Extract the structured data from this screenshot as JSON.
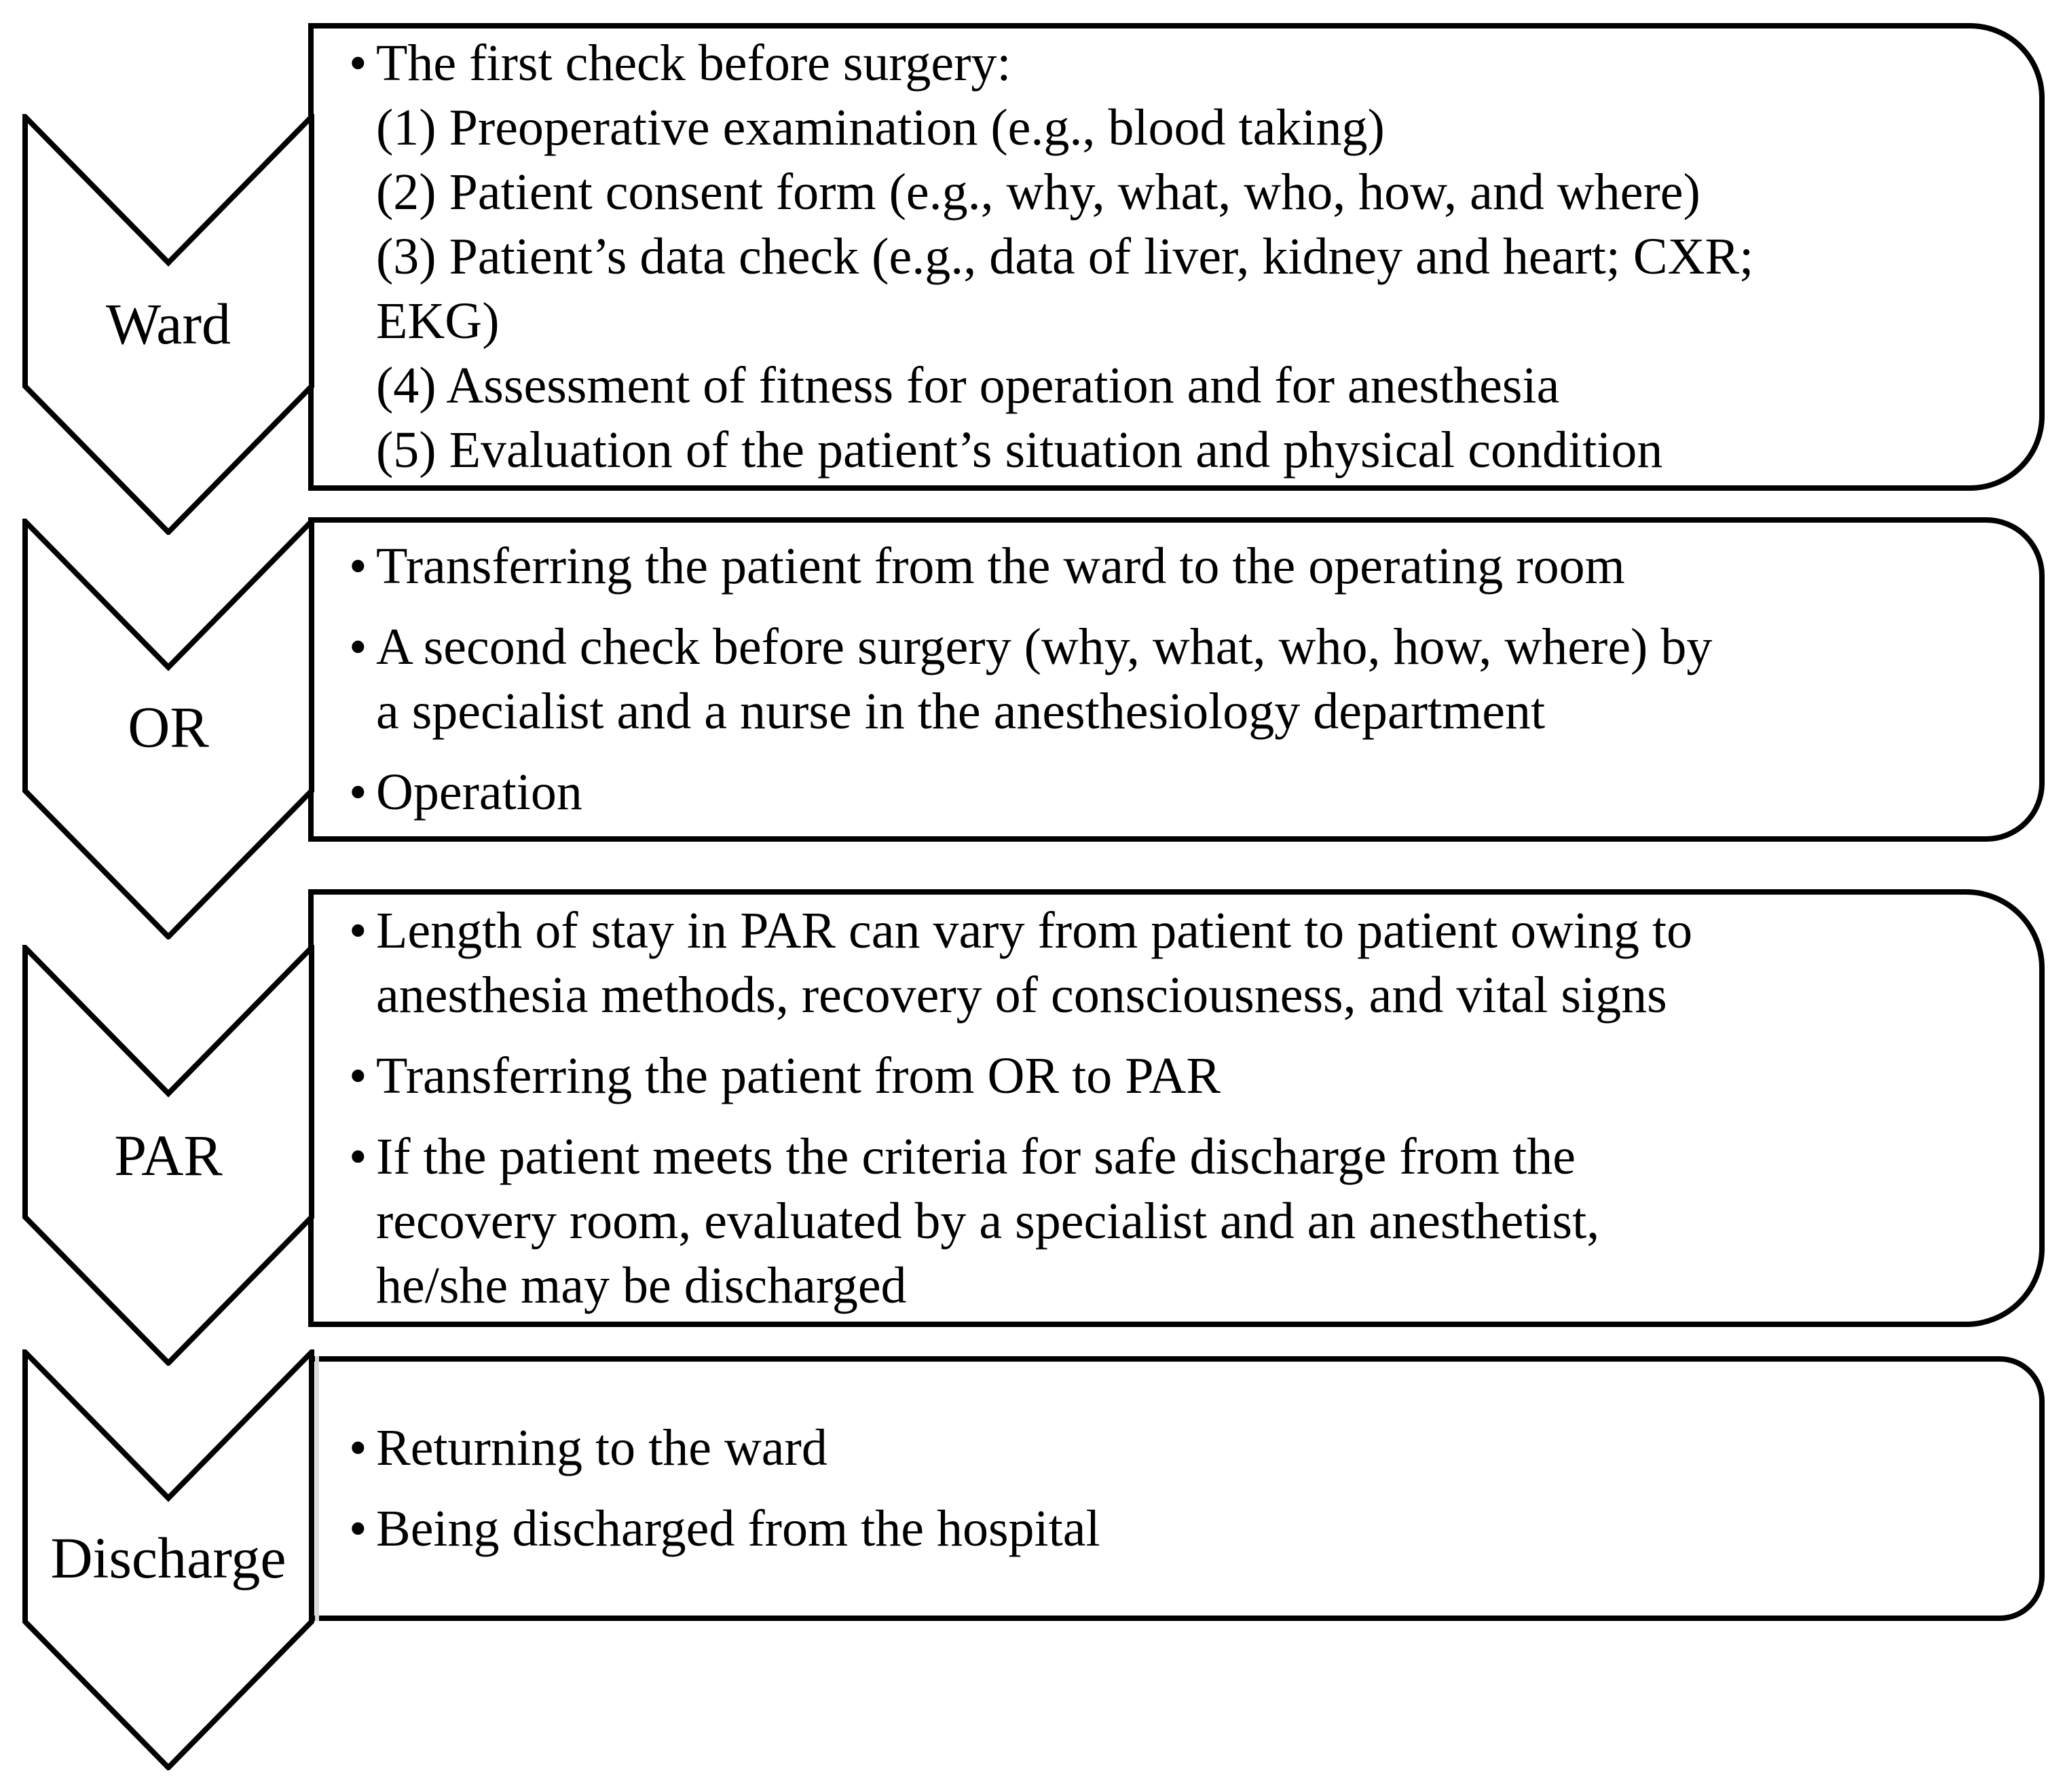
{
  "figure": {
    "background_color": "#ffffff",
    "line_color": "#000000",
    "discharge_box_left_edge_color": "#d9d9d9",
    "type": "vertical-process-flow"
  },
  "stages": [
    {
      "label": "Ward",
      "items": [
        {
          "bullet": "•",
          "lines": [
            "The first check before surgery:",
            "(1) Preoperative examination (e.g., blood taking)",
            "(2) Patient consent form (e.g., why, what, who, how, and where)",
            "(3) Patient’s data check (e.g., data of liver, kidney and heart; CXR;",
            "EKG)",
            "(4) Assessment of fitness for operation and for anesthesia",
            "(5) Evaluation of the patient’s situation and physical condition"
          ]
        }
      ]
    },
    {
      "label": "OR",
      "items": [
        {
          "bullet": "•",
          "lines": [
            "Transferring the patient from the ward to the operating room"
          ]
        },
        {
          "bullet": "•",
          "lines": [
            "A second check before surgery (why, what, who, how, where) by",
            "a specialist and a nurse in the anesthesiology department"
          ]
        },
        {
          "bullet": "•",
          "lines": [
            "Operation"
          ]
        }
      ]
    },
    {
      "label": "PAR",
      "items": [
        {
          "bullet": "•",
          "lines": [
            "Length of stay in PAR can vary from patient to patient owing to",
            "anesthesia methods, recovery of consciousness, and vital signs"
          ]
        },
        {
          "bullet": "•",
          "lines": [
            "Transferring the patient from OR to PAR"
          ]
        },
        {
          "bullet": "•",
          "lines": [
            "If the patient meets the criteria for safe discharge from the",
            "recovery room, evaluated by a specialist and an anesthetist,",
            "he/she may be discharged"
          ]
        }
      ]
    },
    {
      "label": "Discharge",
      "items": [
        {
          "bullet": "•",
          "lines": [
            "Returning to the ward"
          ]
        },
        {
          "bullet": "•",
          "lines": [
            "Being discharged from the hospital"
          ]
        }
      ]
    }
  ]
}
